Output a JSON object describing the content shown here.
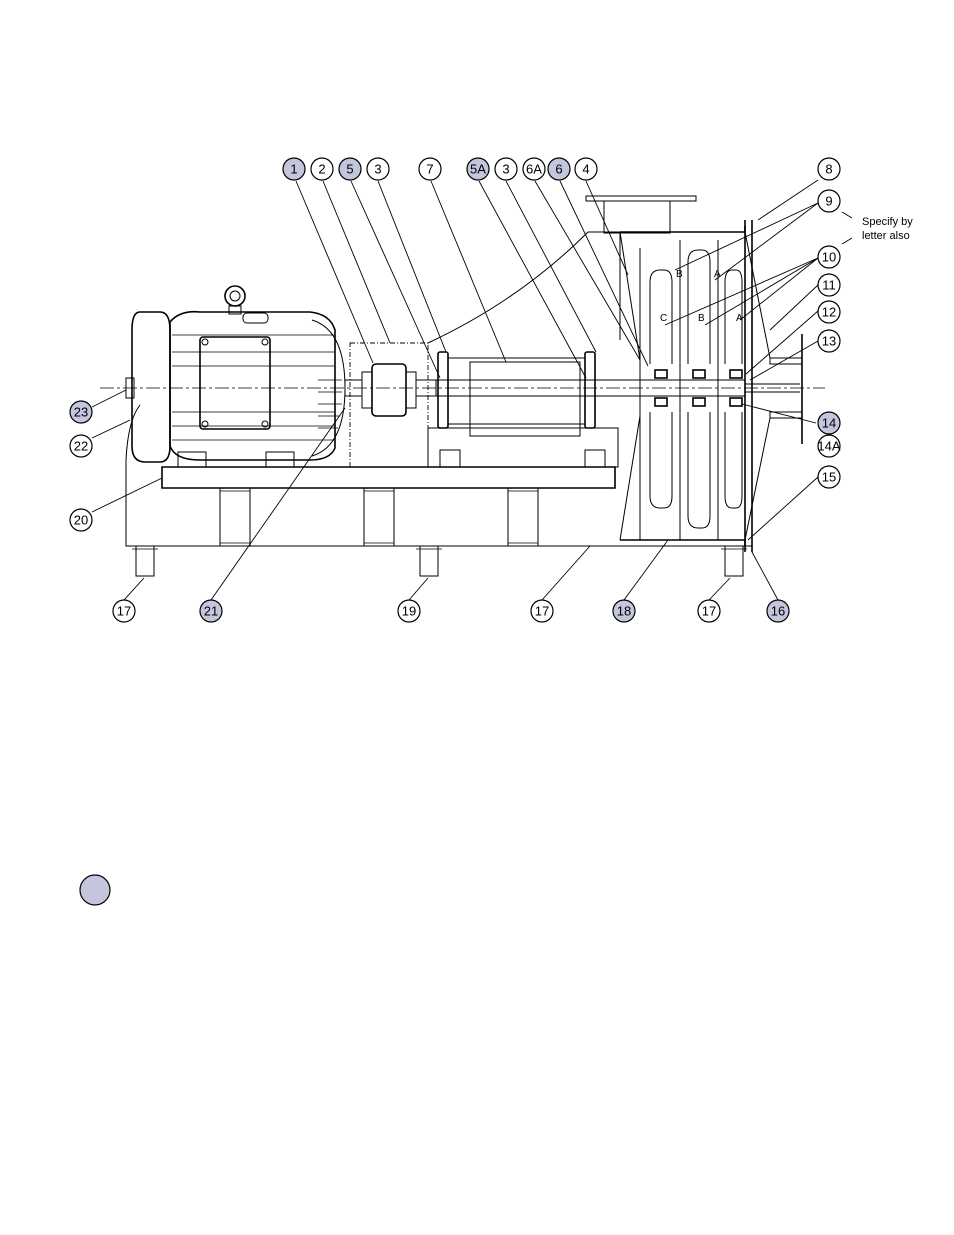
{
  "colors": {
    "highlight_fill": "#c3c6dc",
    "plain_fill": "#ffffff",
    "line": "#000000"
  },
  "callouts": [
    {
      "label": "1",
      "highlight": true
    },
    {
      "label": "2",
      "highlight": false
    },
    {
      "label": "5",
      "highlight": true
    },
    {
      "label": "3",
      "highlight": false
    },
    {
      "label": "7",
      "highlight": false
    },
    {
      "label": "5A",
      "highlight": true
    },
    {
      "label": "3",
      "highlight": false
    },
    {
      "label": "6A",
      "highlight": false
    },
    {
      "label": "6",
      "highlight": true
    },
    {
      "label": "4",
      "highlight": false
    },
    {
      "label": "8",
      "highlight": false
    },
    {
      "label": "9",
      "highlight": false
    },
    {
      "label": "10",
      "highlight": false
    },
    {
      "label": "11",
      "highlight": false
    },
    {
      "label": "12",
      "highlight": false
    },
    {
      "label": "13",
      "highlight": false
    },
    {
      "label": "14",
      "highlight": true
    },
    {
      "label": "14A",
      "highlight": false
    },
    {
      "label": "15",
      "highlight": false
    },
    {
      "label": "16",
      "highlight": true
    },
    {
      "label": "17",
      "highlight": false
    },
    {
      "label": "18",
      "highlight": true
    },
    {
      "label": "17",
      "highlight": false
    },
    {
      "label": "19",
      "highlight": false
    },
    {
      "label": "17",
      "highlight": false
    },
    {
      "label": "21",
      "highlight": true
    },
    {
      "label": "20",
      "highlight": false
    },
    {
      "label": "22",
      "highlight": false
    },
    {
      "label": "23",
      "highlight": true
    }
  ],
  "note": {
    "line1": "Specify by",
    "line2": "letter also"
  },
  "stage_letters": [
    "B",
    "A",
    "C",
    "B",
    "A"
  ],
  "legend": {
    "highlight": true
  }
}
